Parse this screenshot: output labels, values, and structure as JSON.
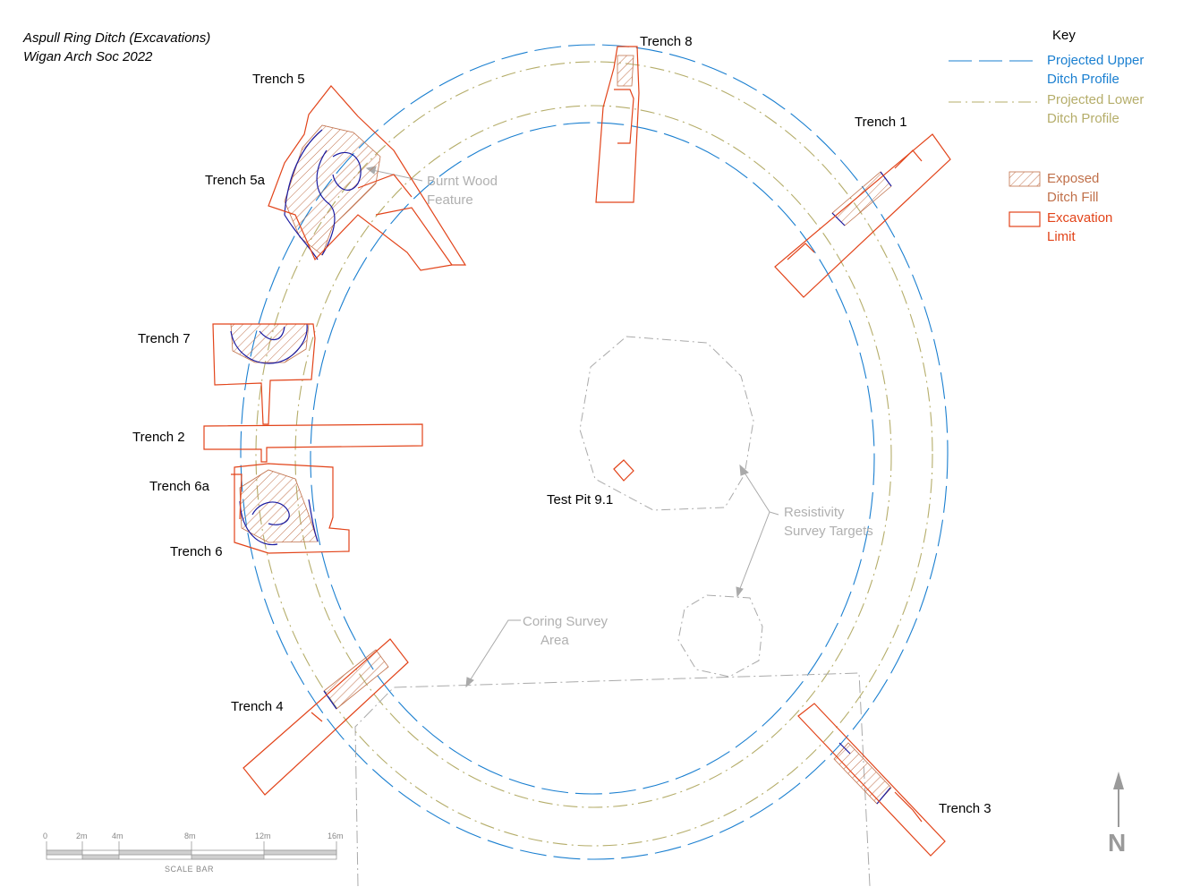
{
  "title": {
    "line1": "Aspull Ring Ditch (Excavations)",
    "line2": "Wigan Arch Soc 2022"
  },
  "trenches": {
    "t8": "Trench 8",
    "t5": "Trench 5",
    "t1": "Trench 1",
    "t5a": "Trench 5a",
    "t7": "Trench 7",
    "t2": "Trench 2",
    "t6a": "Trench 6a",
    "t6": "Trench 6",
    "t4": "Trench 4",
    "t3": "Trench 3",
    "tp91": "Test Pit 9.1"
  },
  "annotations": {
    "burnt_1": "Burnt Wood",
    "burnt_2": "Feature",
    "resist_1": "Resistivity",
    "resist_2": "Survey Targets",
    "coring_1": "Coring Survey",
    "coring_2": "Area"
  },
  "key": {
    "heading": "Key",
    "upper_1": "Projected Upper",
    "upper_2": "Ditch Profile",
    "lower_1": "Projected Lower",
    "lower_2": "Ditch Profile",
    "fill_1": "Exposed",
    "fill_2": "Ditch Fill",
    "limit_1": "Excavation",
    "limit_2": "Limit"
  },
  "scale": {
    "ticks": [
      "0",
      "2m",
      "4m",
      "8m",
      "12m",
      "16m"
    ],
    "caption": "SCALE BAR"
  },
  "north": "N",
  "colors": {
    "upper_ditch": "#1a7fd0",
    "lower_ditch": "#b5ad6a",
    "excavation": "#e2441a",
    "fill_hatch": "#c0704a",
    "blue_edge": "#1a1aa0",
    "grey": "#aaaaaa"
  }
}
